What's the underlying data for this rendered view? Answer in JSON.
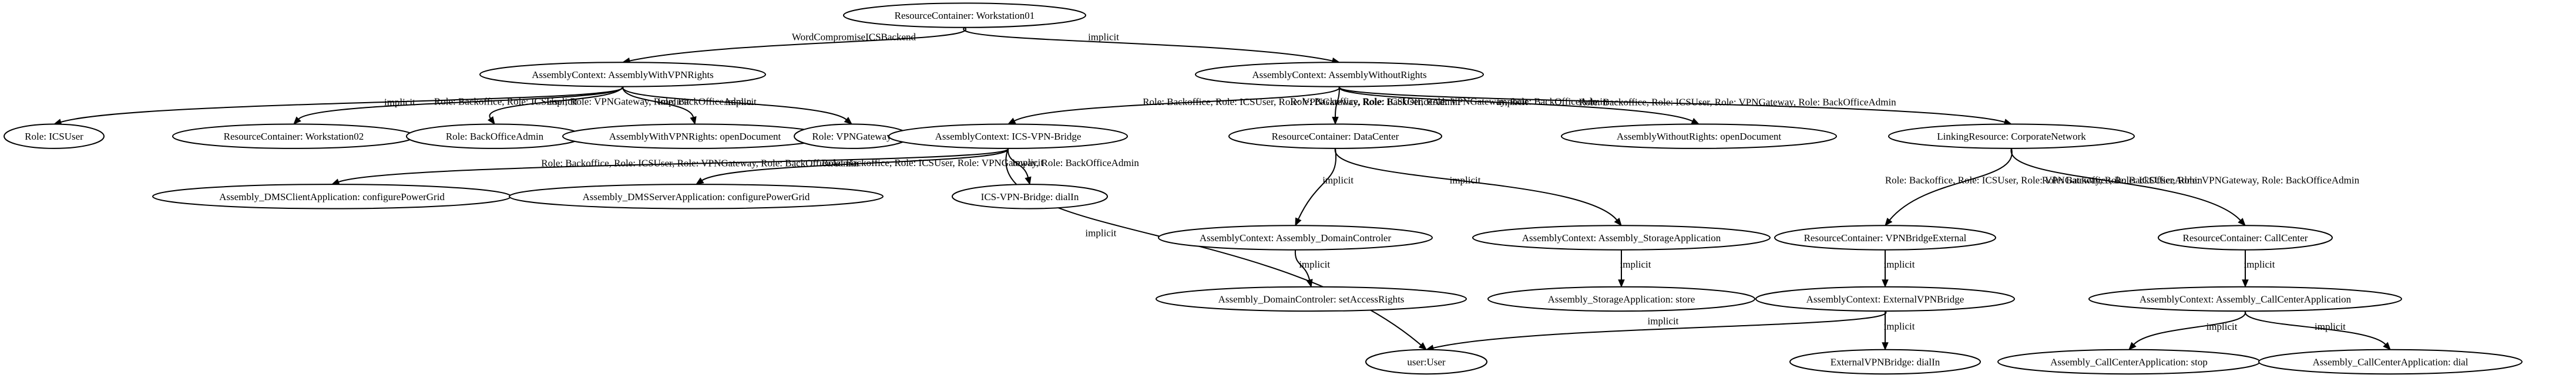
{
  "diagram": {
    "nodes": [
      {
        "id": "ws01",
        "label": "ResourceContainer: Workstation01"
      },
      {
        "id": "acWith",
        "label": "AssemblyContext: AssemblyWithVPNRights"
      },
      {
        "id": "acWithout",
        "label": "AssemblyContext: AssemblyWithoutRights"
      },
      {
        "id": "roleICS",
        "label": "Role: ICSUser"
      },
      {
        "id": "ws02",
        "label": "ResourceContainer: Workstation02"
      },
      {
        "id": "roleBOA",
        "label": "Role: BackOfficeAdmin"
      },
      {
        "id": "withOpen",
        "label": "AssemblyWithVPNRights: openDocument"
      },
      {
        "id": "roleVPN",
        "label": "Role: VPNGateway"
      },
      {
        "id": "icsBridge",
        "label": "AssemblyContext: ICS-VPN-Bridge"
      },
      {
        "id": "dataCenter",
        "label": "ResourceContainer: DataCenter"
      },
      {
        "id": "withoutOpen",
        "label": "AssemblyWithoutRights: openDocument"
      },
      {
        "id": "corpNet",
        "label": "LinkingResource: CorporateNetwork"
      },
      {
        "id": "dmsClient",
        "label": "Assembly_DMSClientApplication: configurePowerGrid"
      },
      {
        "id": "dmsServer",
        "label": "Assembly_DMSServerApplication: configurePowerGrid"
      },
      {
        "id": "icsDial",
        "label": "ICS-VPN-Bridge: dialIn"
      },
      {
        "id": "acDomain",
        "label": "AssemblyContext: Assembly_DomainControler"
      },
      {
        "id": "acStorage",
        "label": "AssemblyContext: Assembly_StorageApplication"
      },
      {
        "id": "vpnExt",
        "label": "ResourceContainer: VPNBridgeExternal"
      },
      {
        "id": "callCenter",
        "label": "ResourceContainer: CallCenter"
      },
      {
        "id": "domainSet",
        "label": "Assembly_DomainControler: setAccessRights"
      },
      {
        "id": "storageStore",
        "label": "Assembly_StorageApplication: store"
      },
      {
        "id": "acExtVPN",
        "label": "AssemblyContext: ExternalVPNBridge"
      },
      {
        "id": "acCall",
        "label": "AssemblyContext: Assembly_CallCenterApplication"
      },
      {
        "id": "user",
        "label": "user:User"
      },
      {
        "id": "extDial",
        "label": "ExternalVPNBridge: dialIn"
      },
      {
        "id": "callStop",
        "label": "Assembly_CallCenterApplication: stop"
      },
      {
        "id": "callDial",
        "label": "Assembly_CallCenterApplication: dial"
      }
    ],
    "edges": [
      {
        "from": "ws01",
        "to": "acWith",
        "label": "WordCompromiseICSBackend"
      },
      {
        "from": "ws01",
        "to": "acWithout",
        "label": "implicit"
      },
      {
        "from": "acWith",
        "to": "roleICS",
        "label": "implicit"
      },
      {
        "from": "acWith",
        "to": "ws02",
        "label": "Role: Backoffice, Role: ICSUser, Role: VPNGateway, Role: BackOfficeAdmin"
      },
      {
        "from": "acWith",
        "to": "roleBOA",
        "label": "implicit"
      },
      {
        "from": "acWith",
        "to": "withOpen",
        "label": "implicit"
      },
      {
        "from": "acWith",
        "to": "roleVPN",
        "label": "implicit"
      },
      {
        "from": "acWithout",
        "to": "icsBridge",
        "label": "Role: Backoffice, Role: ICSUser, Role: VPNGateway, Role: BackOfficeAdmin"
      },
      {
        "from": "acWithout",
        "to": "dataCenter",
        "label": "Role: Backoffice, Role: ICSUser, Role: VPNGateway, Role: BackOfficeAdmin"
      },
      {
        "from": "acWithout",
        "to": "withoutOpen",
        "label": "implicit"
      },
      {
        "from": "acWithout",
        "to": "corpNet",
        "label": "Role: Backoffice, Role: ICSUser, Role: VPNGateway, Role: BackOfficeAdmin"
      },
      {
        "from": "icsBridge",
        "to": "dmsClient",
        "label": "Role: Backoffice, Role: ICSUser, Role: VPNGateway, Role: BackOfficeAdmin"
      },
      {
        "from": "icsBridge",
        "to": "dmsServer",
        "label": "Role: Backoffice, Role: ICSUser, Role: VPNGateway, Role: BackOfficeAdmin"
      },
      {
        "from": "icsBridge",
        "to": "icsDial",
        "label": "implicit"
      },
      {
        "from": "icsBridge",
        "to": "user",
        "label": "implicit"
      },
      {
        "from": "dataCenter",
        "to": "acDomain",
        "label": "implicit"
      },
      {
        "from": "dataCenter",
        "to": "acStorage",
        "label": "implicit"
      },
      {
        "from": "corpNet",
        "to": "vpnExt",
        "label": "Role: Backoffice, Role: ICSUser, Role: VPNGateway, Role: BackOfficeAdmin"
      },
      {
        "from": "corpNet",
        "to": "callCenter",
        "label": "Role: Backoffice, Role: ICSUser, Role: VPNGateway, Role: BackOfficeAdmin"
      },
      {
        "from": "acDomain",
        "to": "domainSet",
        "label": "implicit"
      },
      {
        "from": "acStorage",
        "to": "storageStore",
        "label": "implicit"
      },
      {
        "from": "vpnExt",
        "to": "acExtVPN",
        "label": "implicit"
      },
      {
        "from": "callCenter",
        "to": "acCall",
        "label": "implicit"
      },
      {
        "from": "acExtVPN",
        "to": "user",
        "label": "implicit"
      },
      {
        "from": "acExtVPN",
        "to": "extDial",
        "label": "implicit"
      },
      {
        "from": "acCall",
        "to": "callStop",
        "label": "implicit"
      },
      {
        "from": "acCall",
        "to": "callDial",
        "label": "implicit"
      }
    ]
  }
}
